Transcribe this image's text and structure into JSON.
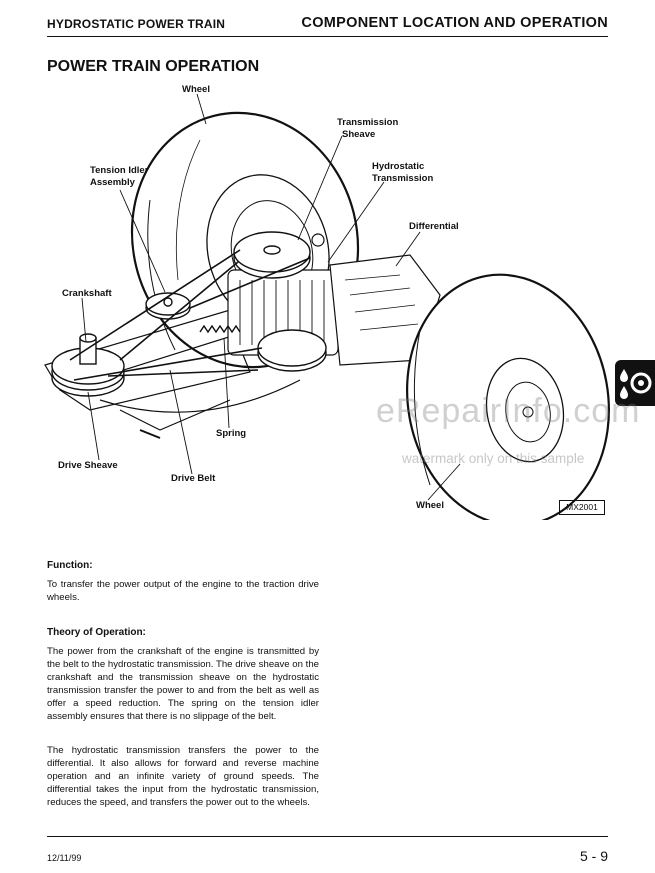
{
  "header": {
    "section": "HYDROSTATIC POWER TRAIN",
    "chapter": "COMPONENT LOCATION AND OPERATION"
  },
  "title": "POWER TRAIN OPERATION",
  "figure": {
    "callouts": {
      "wheel_top": "Wheel",
      "transmission_sheave_1": "Transmission",
      "transmission_sheave_2": "Sheave",
      "hydrostatic_1": "Hydrostatic",
      "hydrostatic_2": "Transmission",
      "tension_idler_1": "Tension Idler",
      "tension_idler_2": "Assembly",
      "differential": "Differential",
      "crankshaft": "Crankshaft",
      "spring": "Spring",
      "drive_sheave": "Drive Sheave",
      "drive_belt": "Drive Belt",
      "wheel_bottom": "Wheel"
    },
    "figure_id": "MX2001"
  },
  "watermark": {
    "main": "eRepairInfo.com",
    "sub": "watermark only on this sample"
  },
  "function": {
    "heading": "Function:",
    "text": "To transfer the power output of the engine to the traction drive wheels."
  },
  "theory": {
    "heading": "Theory of Operation:",
    "para1": "The power from the crankshaft of the engine is transmitted by the belt to the hydrostatic transmission. The drive sheave on the crankshaft and the transmission sheave on the hydrostatic transmission transfer the power to and from the belt as well as offer a speed reduction. The spring on the tension idler assembly ensures that there is no slippage of the belt.",
    "para2": "The hydrostatic transmission transfers the power to the differential. It also allows for forward and reverse machine operation and an infinite variety of ground speeds. The differential takes the input from the hydrostatic transmission, reduces the speed, and transfers the power out to the wheels."
  },
  "footer": {
    "date": "12/11/99",
    "page": "5 - 9"
  },
  "section_tab_icon": "oil-drops-gear-icon"
}
